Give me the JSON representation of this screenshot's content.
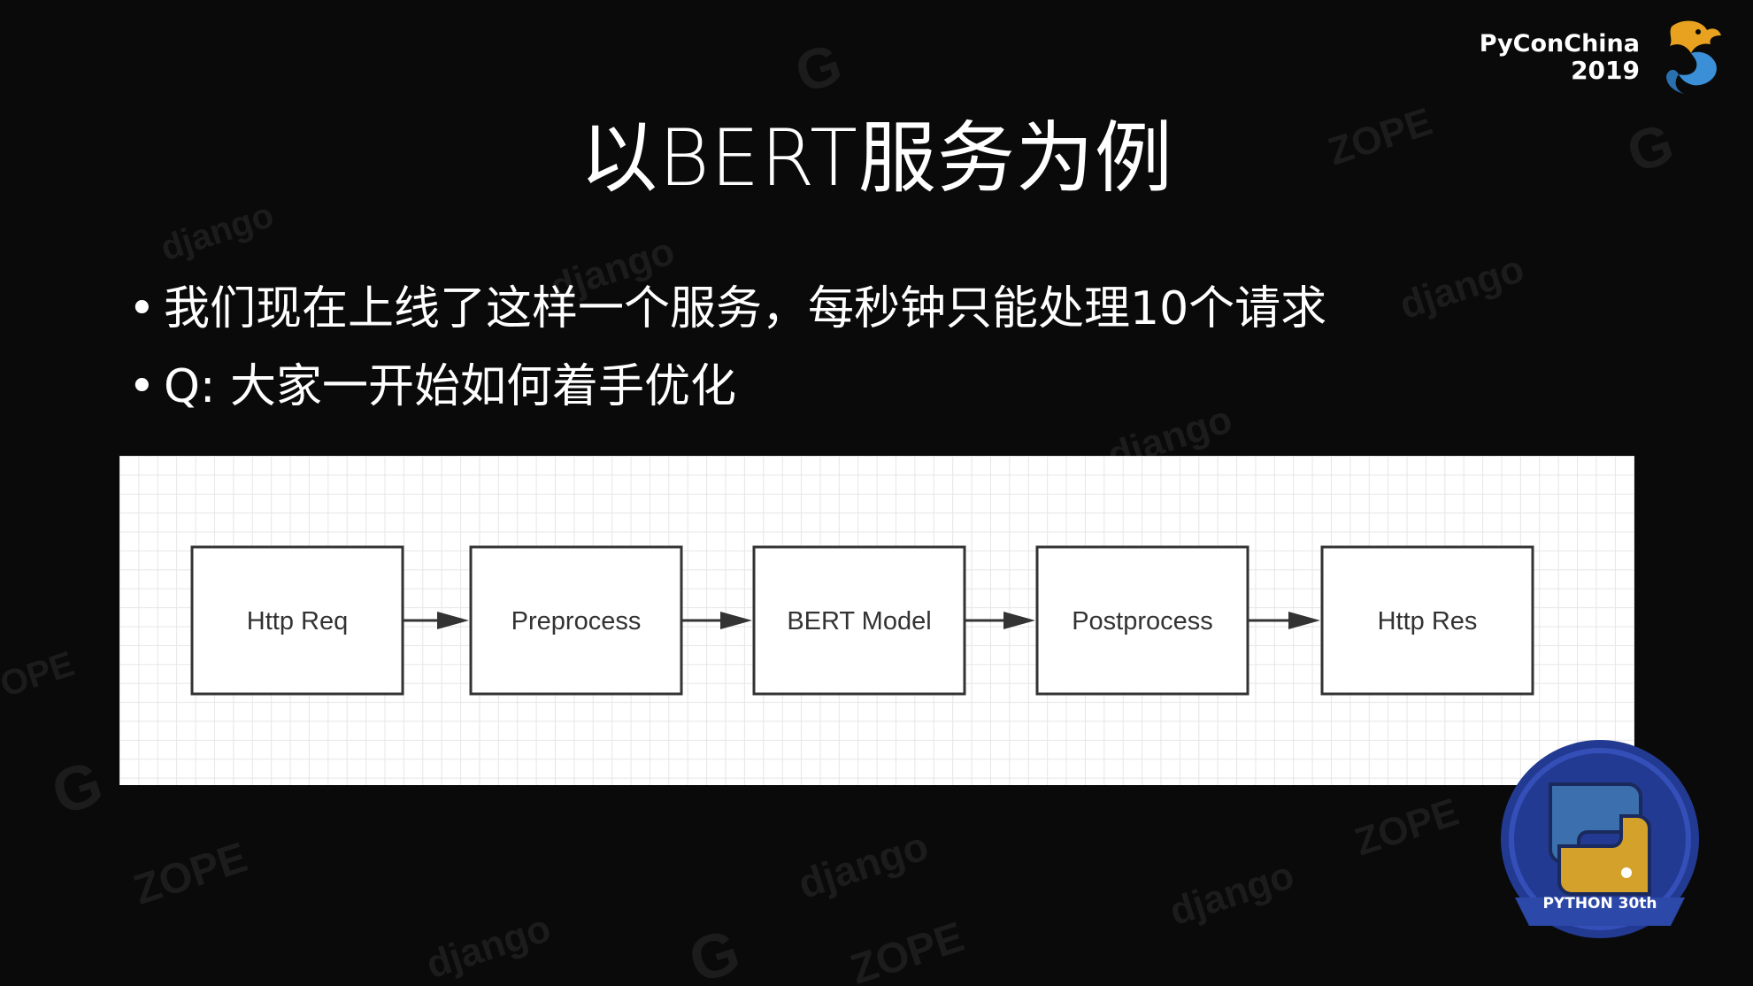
{
  "logo": {
    "name": "PyConChina",
    "year": "2019"
  },
  "title": "以BERT服务为例",
  "bullets": [
    {
      "marker": "•",
      "text": "我们现在上线了这样一个服务，每秒钟只能处理10个请求"
    },
    {
      "marker": "•",
      "text": "Q: 大家一开始如何着手优化"
    }
  ],
  "diagram": {
    "nodes": [
      {
        "id": "http-req",
        "label": "Http Req"
      },
      {
        "id": "preprocess",
        "label": "Preprocess"
      },
      {
        "id": "bert-model",
        "label": "BERT Model"
      },
      {
        "id": "postprocess",
        "label": "Postprocess"
      },
      {
        "id": "http-res",
        "label": "Http Res"
      }
    ],
    "edges": [
      {
        "from": "http-req",
        "to": "preprocess"
      },
      {
        "from": "preprocess",
        "to": "bert-model"
      },
      {
        "from": "bert-model",
        "to": "postprocess"
      },
      {
        "from": "postprocess",
        "to": "http-res"
      }
    ]
  },
  "badge": {
    "text": "PYTHON 30th"
  },
  "colors": {
    "background": "#0a0a0a",
    "text": "#ffffff",
    "node_stroke": "#333333",
    "logo_gold": "#e8a21f",
    "logo_blue": "#3a8fd6",
    "badge_blue": "#233a92",
    "python_blue": "#3c6fae",
    "python_yellow": "#d4a12b"
  }
}
